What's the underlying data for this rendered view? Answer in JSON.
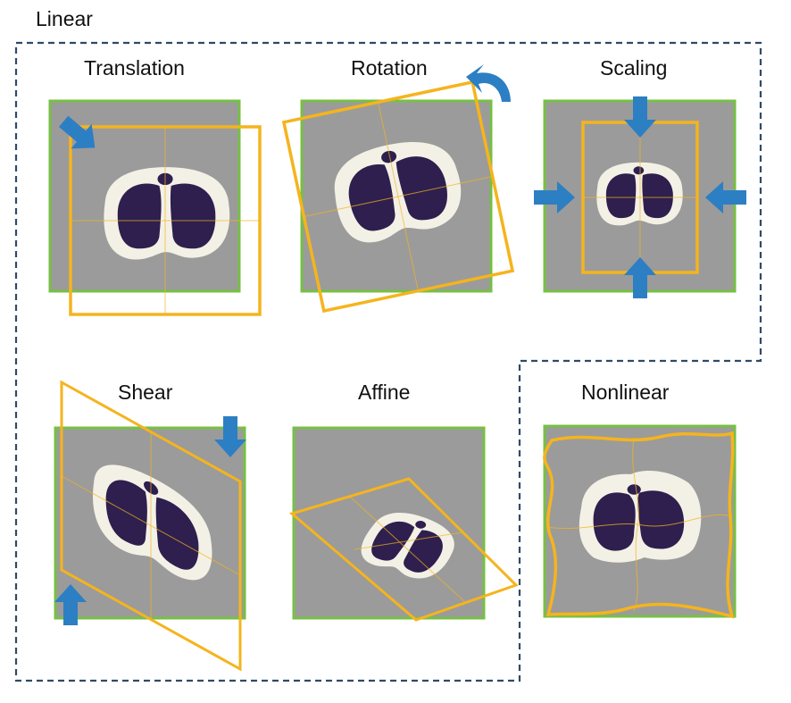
{
  "figure": {
    "group_label": "Linear",
    "panels": [
      {
        "id": "translation",
        "title": "Translation"
      },
      {
        "id": "rotation",
        "title": "Rotation"
      },
      {
        "id": "scaling",
        "title": "Scaling"
      },
      {
        "id": "shear",
        "title": "Shear"
      },
      {
        "id": "affine",
        "title": "Affine"
      },
      {
        "id": "nonlinear",
        "title": "Nonlinear"
      }
    ]
  },
  "colors": {
    "background_image": "#9b9b9b",
    "image_border": "#77c043",
    "transform_outline": "#f5b41e",
    "body_outline": "#f3f1e6",
    "lung": "#2e1f4e",
    "arrow": "#2c7fc3",
    "dashed_boundary": "#2f4a68"
  },
  "icons": {
    "arrow": "arrow-icon",
    "rotate": "curved-arrow-icon"
  }
}
